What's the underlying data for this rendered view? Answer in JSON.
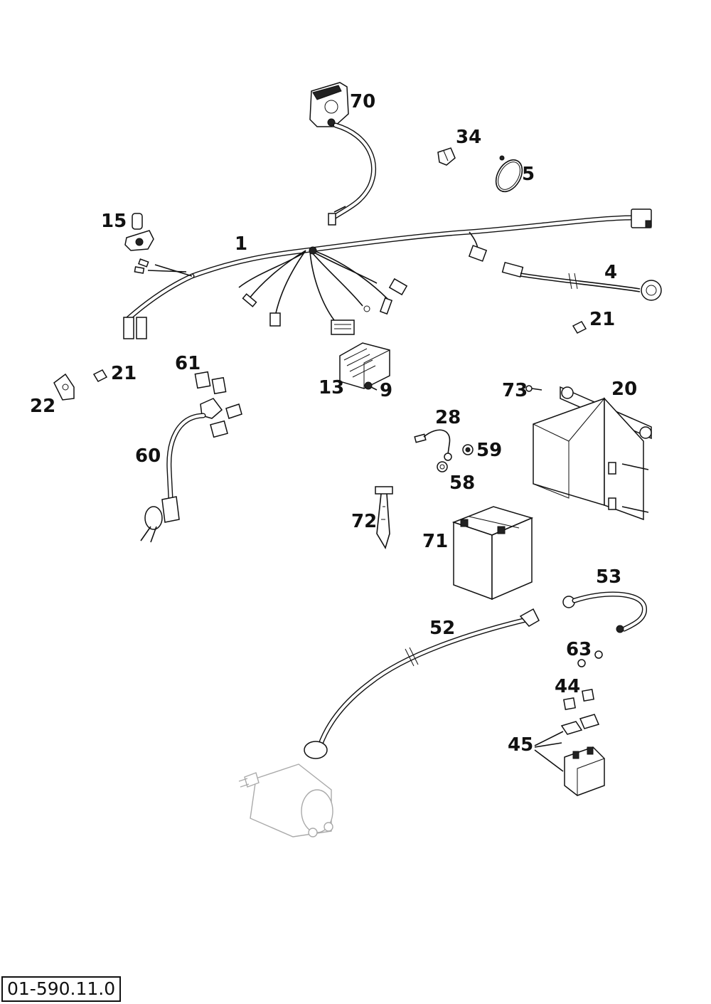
{
  "labels": {
    "p70": "70",
    "p34": "34",
    "p5": "5",
    "p15": "15",
    "p1": "1",
    "p4": "4",
    "p21a": "21",
    "p21b": "21",
    "p22": "22",
    "p61": "61",
    "p13": "13",
    "p9": "9",
    "p73": "73",
    "p20": "20",
    "p28": "28",
    "p59": "59",
    "p58": "58",
    "p60": "60",
    "p72": "72",
    "p71": "71",
    "p53": "53",
    "p52": "52",
    "p63": "63",
    "p44": "44",
    "p45": "45"
  },
  "diagram_code": "01-590.11.0"
}
